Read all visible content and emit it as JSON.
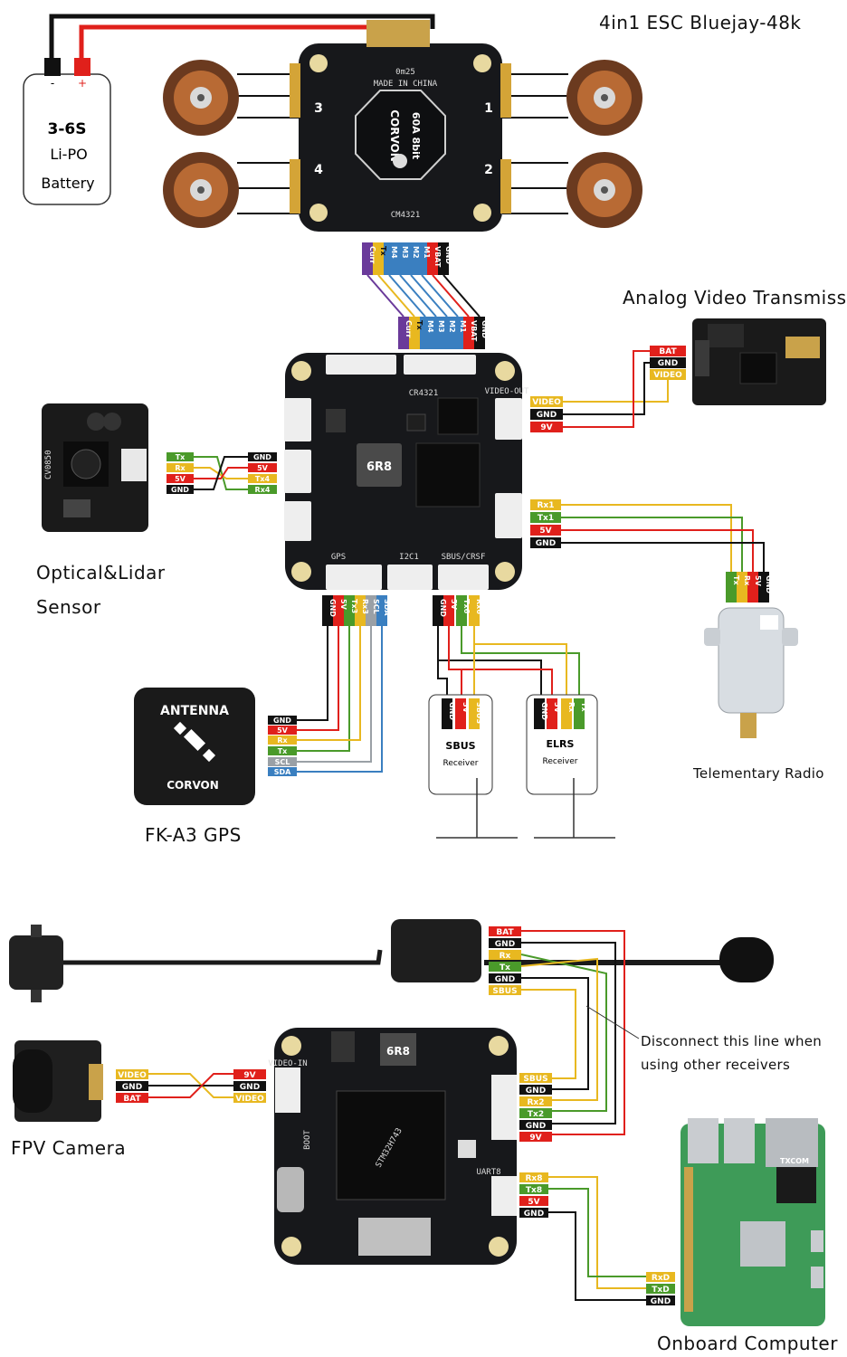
{
  "colors": {
    "red": "#e0201b",
    "black": "#111111",
    "yellow": "#e8b820",
    "green": "#4a9a2a",
    "blue": "#3a7fc0",
    "purple": "#6a3a9a",
    "gray": "#9aa0a6",
    "board": "#17181b"
  },
  "esc": {
    "title": "4in1 ESC Bluejay-48k",
    "brand": "CORVON",
    "model": "60A 8bit",
    "silk_top": "0m25",
    "silk_made": "MADE IN CHINA",
    "silk_bottom": "CM4321",
    "motor_nums": [
      "3",
      "1",
      "4",
      "2"
    ],
    "harness_pins": [
      "Curr",
      "Tx",
      "M4",
      "M3",
      "M2",
      "M1",
      "VBAT",
      "GND"
    ]
  },
  "battery": {
    "line1": "3-6S",
    "line2": "Li-PO",
    "line3": "Battery",
    "neg": "-",
    "pos": "+"
  },
  "fc": {
    "top_pins": [
      "Curr",
      "Tx",
      "M4",
      "M3",
      "M2",
      "M1",
      "VBAT",
      "GND"
    ],
    "chip_mark": "6R8",
    "silk_name": "CR4321",
    "silk_video": "VIDEO-OUT",
    "silk_gps": "GPS",
    "silk_i2c": "I2C1",
    "silk_sbus": "SBUS/CRSF"
  },
  "vtx": {
    "title": "Analog Video Transmission",
    "pins_left": [
      "BAT",
      "GND",
      "VIDEO"
    ],
    "pins_fc": [
      "VIDEO",
      "GND",
      "9V"
    ]
  },
  "optical": {
    "line1": "Optical&Lidar",
    "line2": "Sensor",
    "model": "CV0850",
    "pins_sensor": [
      "Tx",
      "Rx",
      "5V",
      "GND"
    ],
    "pins_fc": [
      "GND",
      "5V",
      "Tx4",
      "Rx4"
    ]
  },
  "telemetry": {
    "title": "Telementary Radio",
    "pins_fc": [
      "Rx1",
      "Tx1",
      "5V",
      "GND"
    ],
    "pins_radio": [
      "Tx",
      "Rx",
      "5V",
      "GND"
    ]
  },
  "gps": {
    "title": "FK-A3 GPS",
    "antenna": "ANTENNA",
    "brand": "CORVON",
    "pins_fc": [
      "GND",
      "5V",
      "Tx3",
      "Rx3",
      "SCL",
      "SDA"
    ],
    "pins_gps": [
      "GND",
      "5V",
      "Rx",
      "Tx",
      "SCL",
      "SDA"
    ]
  },
  "rx_pins_fc": [
    "GND",
    "5V",
    "Tx6",
    "Rx6"
  ],
  "sbus": {
    "name": "SBUS",
    "sub": "Receiver",
    "pins": [
      "GND",
      "5V",
      "SBUS"
    ]
  },
  "elrs": {
    "name": "ELRS",
    "sub": "Receiver",
    "pins": [
      "GND",
      "5V",
      "Rx",
      "Tx"
    ]
  },
  "bottom": {
    "vtx_pins": [
      "BAT",
      "GND",
      "Rx",
      "Tx",
      "GND",
      "SBUS"
    ],
    "camera_title": "FPV Camera",
    "camera_pins": [
      "VIDEO",
      "GND",
      "BAT"
    ],
    "fc_left_pins": [
      "9V",
      "GND",
      "VIDEO"
    ],
    "fc_right_pins": [
      "SBUS",
      "GND",
      "Rx2",
      "Tx2",
      "GND",
      "9V"
    ],
    "fc_uart_pins": [
      "Rx8",
      "Tx8",
      "5V",
      "GND"
    ],
    "note_line1": "Disconnect this line when",
    "note_line2": "using other receivers",
    "computer_title": "Onboard Computer",
    "computer_pins": [
      "RxD",
      "TxD",
      "GND"
    ],
    "fc_chip_mark": "6R8",
    "silk_video_in": "VIDEO-IN",
    "silk_uart8": "UART8",
    "silk_boot": "BOOT",
    "silk_mcu": "STM32H743",
    "pi_brand": "TXCOM"
  }
}
